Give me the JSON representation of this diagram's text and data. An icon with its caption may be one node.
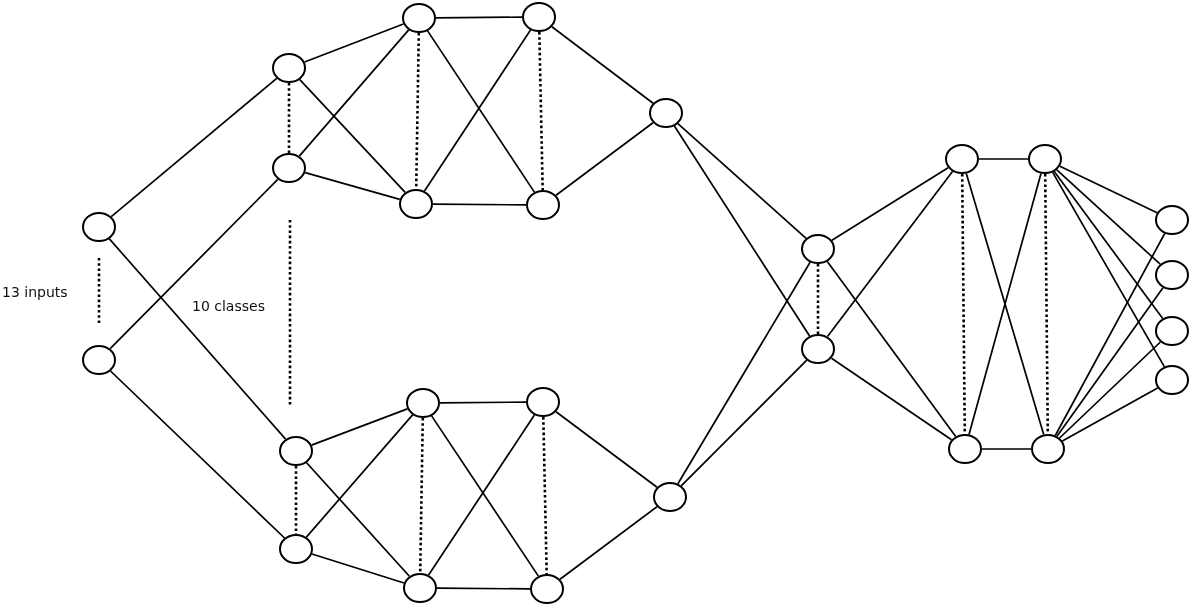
{
  "diagram": {
    "nodes": [
      {
        "text": [],
        "shape": "circle"
      },
      {
        "text": [],
        "shape": "circle"
      },
      {
        "text": [],
        "shape": "circle"
      },
      {
        "text": [],
        "shape": "circle"
      },
      {
        "text": [],
        "shape": "circle"
      },
      {
        "text": [],
        "shape": "circle"
      },
      {
        "text": [],
        "shape": "circle"
      },
      {
        "text": [],
        "shape": "circle"
      },
      {
        "text": [],
        "shape": "circle"
      },
      {
        "text": [],
        "shape": "circle"
      },
      {
        "text": [],
        "shape": "circle"
      },
      {
        "text": [],
        "shape": "circle"
      },
      {
        "text": [],
        "shape": "circle"
      },
      {
        "text": [],
        "shape": "circle"
      },
      {
        "text": [],
        "shape": "circle"
      },
      {
        "text": [],
        "shape": "circle"
      },
      {
        "text": [],
        "shape": "circle"
      },
      {
        "text": [],
        "shape": "circle"
      },
      {
        "text": [],
        "shape": "circle"
      },
      {
        "text": [],
        "shape": "circle"
      },
      {
        "text": [],
        "shape": "circle"
      },
      {
        "text": [],
        "shape": "circle"
      },
      {
        "text": [],
        "shape": "circle"
      },
      {
        "text": [],
        "shape": "circle"
      },
      {
        "text": [],
        "shape": "circle"
      },
      {
        "text": [],
        "shape": "circle"
      }
    ],
    "edges": [
      {
        "from": 0,
        "to": 2,
        "arrow": "none"
      },
      {
        "from": 0,
        "to": 4,
        "arrow": "none"
      },
      {
        "from": 1,
        "to": 3,
        "arrow": "none"
      },
      {
        "from": 1,
        "to": 5,
        "arrow": "none"
      },
      {
        "from": 2,
        "to": 3,
        "arrow": "none",
        "style": "dashed"
      },
      {
        "from": 4,
        "to": 5,
        "arrow": "none",
        "style": "dashed"
      },
      {
        "from": 2,
        "to": 6,
        "arrow": "none"
      },
      {
        "from": 2,
        "to": 7,
        "arrow": "none"
      },
      {
        "from": 3,
        "to": 6,
        "arrow": "none"
      },
      {
        "from": 3,
        "to": 7,
        "arrow": "none"
      },
      {
        "from": 4,
        "to": 8,
        "arrow": "none"
      },
      {
        "from": 4,
        "to": 9,
        "arrow": "none"
      },
      {
        "from": 5,
        "to": 8,
        "arrow": "none"
      },
      {
        "from": 5,
        "to": 9,
        "arrow": "none"
      },
      {
        "from": 6,
        "to": 7,
        "arrow": "none",
        "style": "dashed"
      },
      {
        "from": 8,
        "to": 9,
        "arrow": "none",
        "style": "dashed"
      },
      {
        "from": 6,
        "to": 10,
        "arrow": "none"
      },
      {
        "from": 6,
        "to": 11,
        "arrow": "none"
      },
      {
        "from": 7,
        "to": 10,
        "arrow": "none"
      },
      {
        "from": 7,
        "to": 11,
        "arrow": "none"
      },
      {
        "from": 8,
        "to": 12,
        "arrow": "none"
      },
      {
        "from": 8,
        "to": 13,
        "arrow": "none"
      },
      {
        "from": 9,
        "to": 12,
        "arrow": "none"
      },
      {
        "from": 9,
        "to": 13,
        "arrow": "none"
      },
      {
        "from": 10,
        "to": 11,
        "arrow": "none",
        "style": "dashed"
      },
      {
        "from": 12,
        "to": 13,
        "arrow": "none",
        "style": "dashed"
      },
      {
        "from": 10,
        "to": 14,
        "arrow": "none"
      },
      {
        "from": 11,
        "to": 14,
        "arrow": "none"
      },
      {
        "from": 12,
        "to": 15,
        "arrow": "none"
      },
      {
        "from": 13,
        "to": 15,
        "arrow": "none"
      },
      {
        "from": 14,
        "to": 16,
        "arrow": "none"
      },
      {
        "from": 14,
        "to": 17,
        "arrow": "none"
      },
      {
        "from": 15,
        "to": 16,
        "arrow": "none"
      },
      {
        "from": 15,
        "to": 17,
        "arrow": "none"
      },
      {
        "from": 16,
        "to": 17,
        "arrow": "none",
        "style": "dashed"
      },
      {
        "from": 16,
        "to": 18,
        "arrow": "none"
      },
      {
        "from": 16,
        "to": 19,
        "arrow": "none"
      },
      {
        "from": 17,
        "to": 18,
        "arrow": "none"
      },
      {
        "from": 17,
        "to": 19,
        "arrow": "none"
      },
      {
        "from": 18,
        "to": 19,
        "arrow": "none",
        "style": "dashed"
      },
      {
        "from": 20,
        "to": 21,
        "arrow": "none",
        "style": "dashed"
      },
      {
        "from": 18,
        "to": 20,
        "arrow": "none"
      },
      {
        "from": 18,
        "to": 21,
        "arrow": "none"
      },
      {
        "from": 19,
        "to": 20,
        "arrow": "none"
      },
      {
        "from": 19,
        "to": 21,
        "arrow": "none"
      },
      {
        "from": 20,
        "to": 22,
        "arrow": "none"
      },
      {
        "from": 20,
        "to": 23,
        "arrow": "none"
      },
      {
        "from": 20,
        "to": 24,
        "arrow": "none"
      },
      {
        "from": 20,
        "to": 25,
        "arrow": "none"
      },
      {
        "from": 21,
        "to": 22,
        "arrow": "none"
      },
      {
        "from": 21,
        "to": 23,
        "arrow": "none"
      },
      {
        "from": 21,
        "to": 24,
        "arrow": "none"
      },
      {
        "from": 21,
        "to": 25,
        "arrow": "none"
      }
    ],
    "labels": [
      "13 inputs",
      "10 classes"
    ]
  }
}
